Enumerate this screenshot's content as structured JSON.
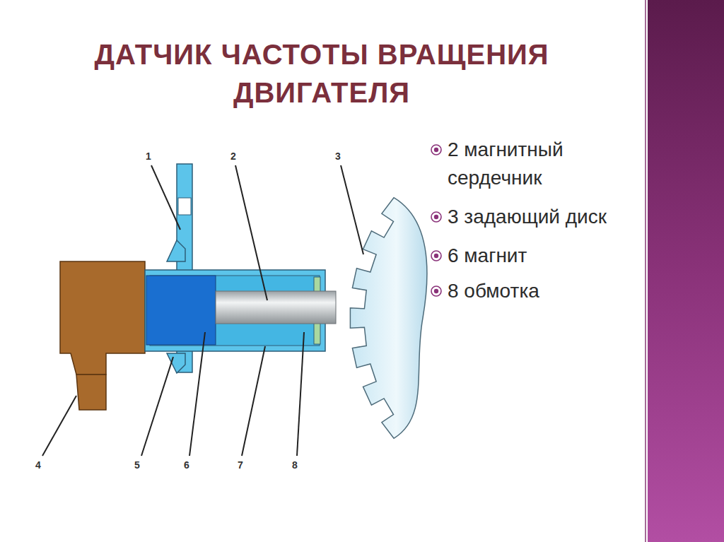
{
  "diagram": {
    "title": "ДАТЧИК ЧАСТОТЫ ВРАЩЕНИЯ ДВИГАТЕЛЯ",
    "labels": [
      "1",
      "2",
      "3",
      "4",
      "5",
      "6",
      "7",
      "8",
      "2 магнитный сердечник",
      "3 задающий диск",
      "6 магнит",
      "8 обмотка"
    ]
  }
}
